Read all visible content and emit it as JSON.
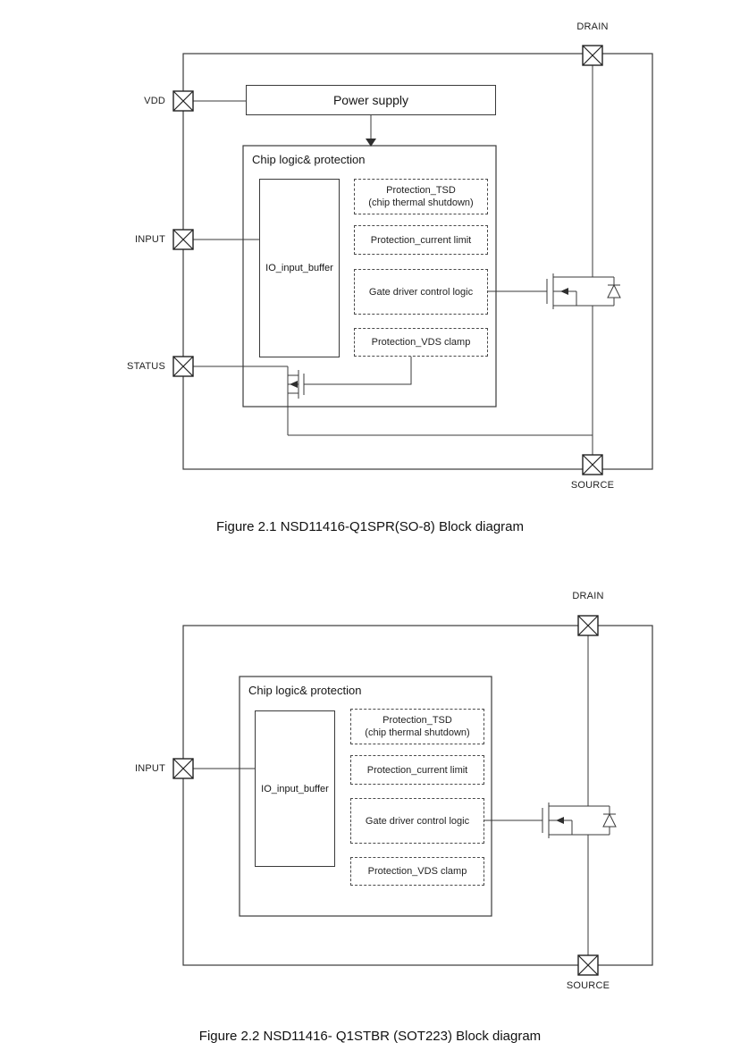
{
  "fig1": {
    "caption": "Figure 2.1 NSD11416-Q1SPR(SO-8) Block diagram",
    "pins": {
      "drain": "DRAIN",
      "vdd": "VDD",
      "input": "INPUT",
      "status": "STATUS",
      "source": "SOURCE"
    },
    "power_supply_label": "Power supply",
    "chip_logic_label": "Chip logic& protection",
    "io_buffer_label": "IO_input_buffer",
    "blocks": {
      "tsd_line1": "Protection_TSD",
      "tsd_line2": "(chip thermal shutdown)",
      "current_limit": "Protection_current limit",
      "gate_driver": "Gate driver control logic",
      "vds_clamp": "Protection_VDS clamp"
    }
  },
  "fig2": {
    "caption": "Figure 2.2 NSD11416- Q1STBR (SOT223) Block diagram",
    "pins": {
      "drain": "DRAIN",
      "input": "INPUT",
      "source": "SOURCE"
    },
    "chip_logic_label": "Chip logic& protection",
    "io_buffer_label": "IO_input_buffer",
    "blocks": {
      "tsd_line1": "Protection_TSD",
      "tsd_line2": "(chip thermal shutdown)",
      "current_limit": "Protection_current limit",
      "gate_driver": "Gate driver control logic",
      "vds_clamp": "Protection_VDS clamp"
    }
  }
}
